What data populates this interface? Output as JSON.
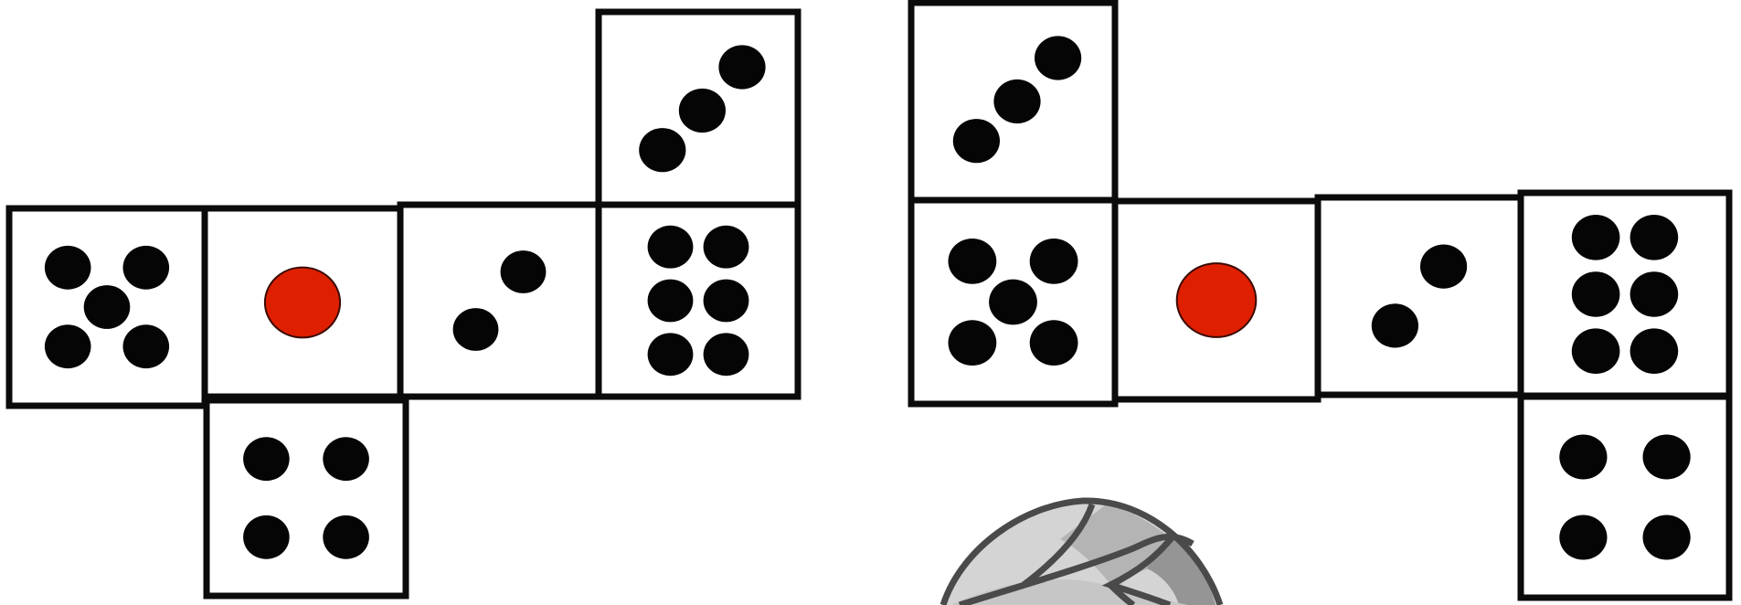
{
  "figure": {
    "nets": [
      {
        "id": "net-left",
        "faces": [
          {
            "id": "left-top",
            "value": 3,
            "pip_color": "#050505"
          },
          {
            "id": "left-row-1",
            "value": 5,
            "pip_color": "#050505"
          },
          {
            "id": "left-row-2",
            "value": 1,
            "pip_color": "#de1f00"
          },
          {
            "id": "left-row-3",
            "value": 2,
            "pip_color": "#050505"
          },
          {
            "id": "left-row-4",
            "value": 6,
            "pip_color": "#050505"
          },
          {
            "id": "left-bottom",
            "value": 4,
            "pip_color": "#050505"
          }
        ]
      },
      {
        "id": "net-right",
        "faces": [
          {
            "id": "right-top",
            "value": 3,
            "pip_color": "#050505"
          },
          {
            "id": "right-row-1",
            "value": 5,
            "pip_color": "#050505"
          },
          {
            "id": "right-row-2",
            "value": 1,
            "pip_color": "#de1f00"
          },
          {
            "id": "right-row-3",
            "value": 2,
            "pip_color": "#050505"
          },
          {
            "id": "right-row-4",
            "value": 6,
            "pip_color": "#050505"
          },
          {
            "id": "right-bottom",
            "value": 4,
            "pip_color": "#050505"
          }
        ]
      }
    ],
    "partial_ball": {
      "icon": "ball-icon",
      "colors": [
        "#d9d9d9",
        "#b9b9b9",
        "#9a9a9a",
        "#4a4a4a"
      ]
    }
  }
}
